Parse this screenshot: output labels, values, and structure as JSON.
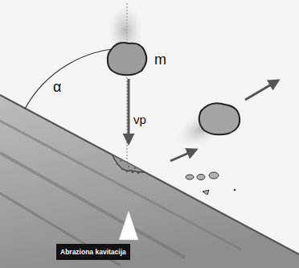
{
  "diagram": {
    "nodes": [
      {
        "text": [
          "Abraziona kavitacija"
        ]
      }
    ],
    "labels": [
      "m",
      "α",
      "vp"
    ]
  }
}
